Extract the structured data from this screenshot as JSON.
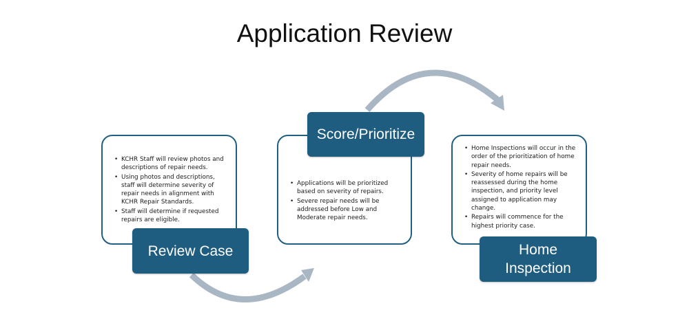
{
  "title": "Application Review",
  "colors": {
    "label_fill": "#1e5d80",
    "card_border": "#1f5f80",
    "arrow": "#a9b6c3",
    "title_text": "#111111"
  },
  "steps": [
    {
      "label": "Review Case",
      "bullets": [
        "KCHR Staff will review photos and descriptions of repair needs.",
        "Using photos and descriptions, staff will determine severity of repair needs in alignment with KCHR Repair Standards.",
        "Staff will determine if requested repairs are eligible."
      ]
    },
    {
      "label": "Score/Prioritize",
      "bullets": [
        "Applications will be prioritized based on severity of repairs.",
        "Severe repair needs will be addressed before Low and Moderate repair needs."
      ]
    },
    {
      "label_line1": "Home",
      "label_line2": "Inspection",
      "bullets": [
        "Home Inspections will occur in the order of the prioritization of home repair needs.",
        "Severity of home repairs will be reassessed during the home inspection, and priority level assigned to application may change.",
        "Repairs will commence for the highest priority case."
      ]
    }
  ],
  "connectors": [
    {
      "from": "Review Case",
      "to": "Score/Prioritize",
      "icon": "curved-arrow-icon"
    },
    {
      "from": "Score/Prioritize",
      "to": "Home Inspection",
      "icon": "curved-arrow-icon"
    }
  ]
}
